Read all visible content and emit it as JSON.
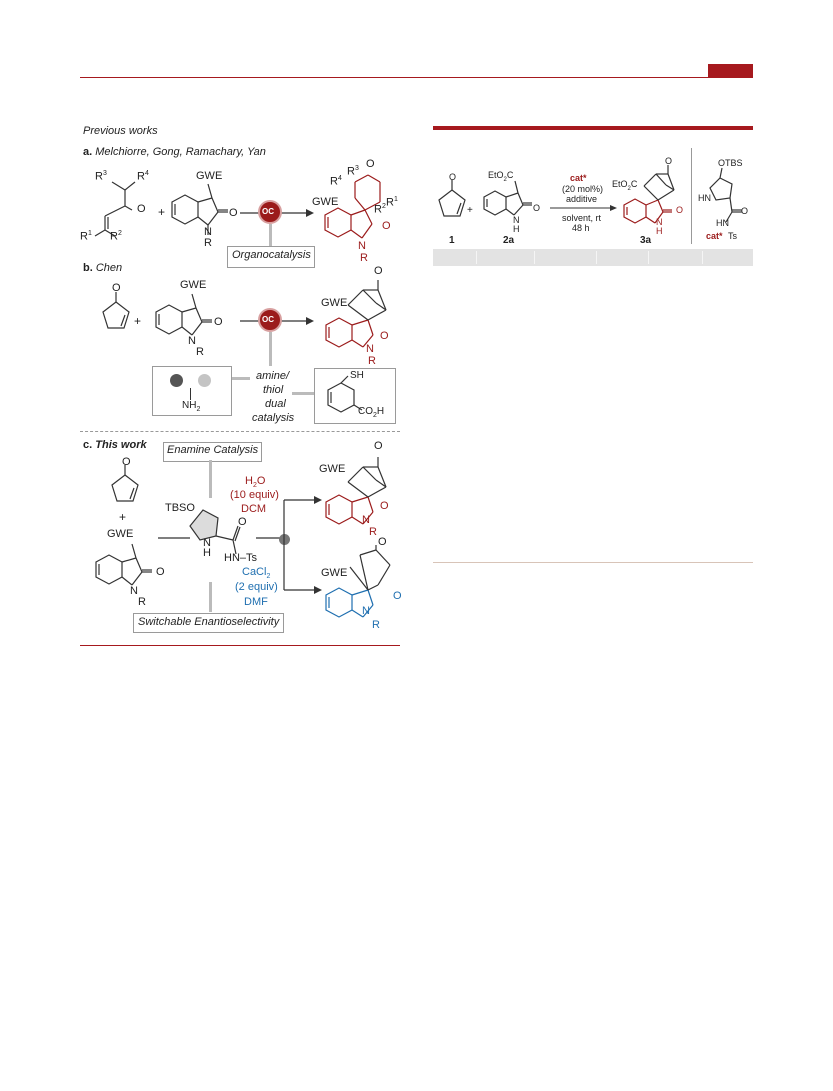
{
  "header": {
    "accent_color": "#a6191e"
  },
  "scheme1": {
    "previous_works": "Previous works",
    "a_tag": "a.",
    "a_authors": "Melchiorre, Gong, Ramachary, Yan",
    "a_reagent": {
      "r3": "R",
      "r3s": "3",
      "r4": "R",
      "r4s": "4",
      "o": "O",
      "r1": "R",
      "r1s": "1",
      "r2": "R",
      "r2s": "2"
    },
    "gwe": "GWE",
    "o_atom": "O",
    "n_atom": "N",
    "r_atom": "R",
    "plus": "+",
    "oc_badge": "OC",
    "organocatalysis": "Organocatalysis",
    "b_tag": "b.",
    "b_author": "Chen",
    "amine": "amine/",
    "thiol": "thiol",
    "dual": "dual",
    "catalysis": "catalysis",
    "nh2": "NH",
    "nh2s": "2",
    "sh": "SH",
    "co2h": "CO",
    "co2h_s": "2",
    "co2h_h": "H",
    "c_tag": "c.",
    "c_label": "This work",
    "enamine": "Enamine Catalysis",
    "tbso": "TBSO",
    "h_atom": "H",
    "hnts": "HN–Ts",
    "h2o": "H",
    "h2o_s": "2",
    "h2o_o": "O",
    "ten_equiv": "(10 equiv)",
    "dcm": "DCM",
    "cacl2": "CaCl",
    "cacl2_s": "2",
    "two_equiv": "(2 equiv)",
    "dmf": "DMF",
    "switchable": "Switchable Enantioselectivity",
    "colors": {
      "red": "#9b1b1b",
      "blue": "#1f6fb0",
      "line": "#7a2020"
    }
  },
  "table1": {
    "compound_1": "1",
    "compound_2a": "2a",
    "compound_3a": "3a",
    "eto2c": "EtO",
    "eto2c_s": "2",
    "eto2c_c": "C",
    "cat_star": "cat*",
    "mol": "(20 mol%)",
    "additive": "additive",
    "solvent": "solvent, rt",
    "time": "48 h",
    "otbs": "OTBS",
    "hn": "HN",
    "hn2": "HN",
    "ts": "Ts",
    "o": "O",
    "n": "N",
    "h": "H"
  }
}
